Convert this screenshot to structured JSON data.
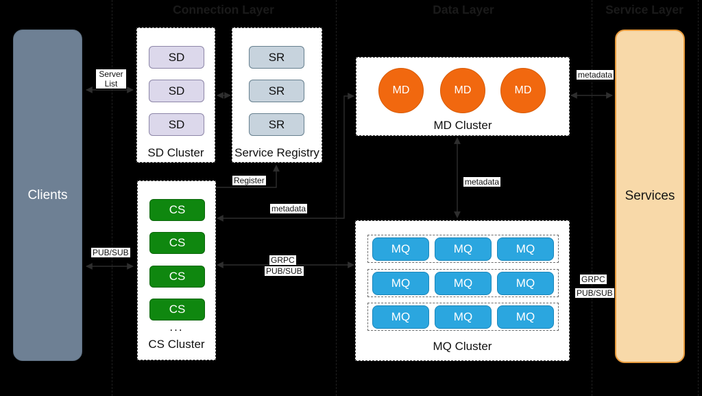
{
  "layer_titles": {
    "connection": "Connection Layer",
    "data": "Data Layer",
    "service": "Service Layer"
  },
  "clients": {
    "label": "Clients"
  },
  "services": {
    "label": "Services"
  },
  "sd_cluster": {
    "title": "SD Cluster",
    "nodes": [
      "SD",
      "SD",
      "SD"
    ]
  },
  "service_registry": {
    "title": "Service Registry",
    "nodes": [
      "SR",
      "SR",
      "SR"
    ]
  },
  "cs_cluster": {
    "title": "CS Cluster",
    "ellipsis": "...",
    "nodes": [
      "CS",
      "CS",
      "CS",
      "CS"
    ]
  },
  "md_cluster": {
    "title": "MD Cluster",
    "nodes": [
      "MD",
      "MD",
      "MD"
    ]
  },
  "mq_cluster": {
    "title": "MQ Cluster",
    "groups": [
      [
        "MQ",
        "MQ",
        "MQ"
      ],
      [
        "MQ",
        "MQ",
        "MQ"
      ],
      [
        "MQ",
        "MQ",
        "MQ"
      ]
    ]
  },
  "edge_labels": {
    "server_list": {
      "line1": "Server",
      "line2": "List"
    },
    "register": "Register",
    "clients_cs": "PUB/SUB",
    "cs_md": "metadata",
    "cs_mq": {
      "line1": "GRPC",
      "line2": "PUB/SUB"
    },
    "md_mq": "metadata",
    "md_services": "metadata",
    "mq_services": {
      "line1": "GRPC",
      "line2": "PUB/SUB"
    }
  },
  "colors": {
    "background": "#000000",
    "clients_fill": "#6e8094",
    "services_fill": "#f8d9a9",
    "services_border": "#e89b3d",
    "sd_fill": "#dcd8eb",
    "sr_fill": "#c7d3dd",
    "cs_fill": "#0f870f",
    "md_fill": "#f1680f",
    "mq_fill": "#2ba6df",
    "cluster_bg": "#ffffff",
    "edge_color": "#2e2e2e"
  }
}
